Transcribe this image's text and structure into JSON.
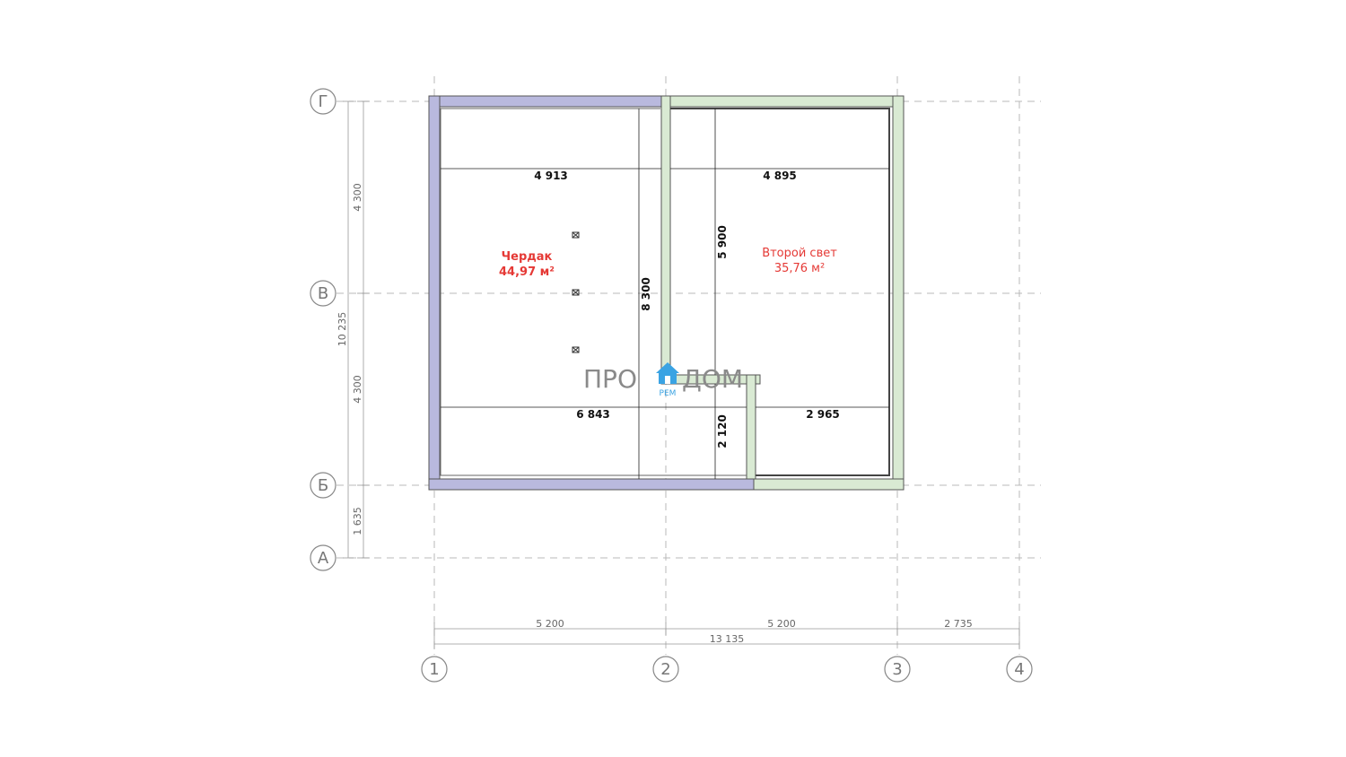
{
  "axes": {
    "letters": [
      "Г",
      "В",
      "Б",
      "А"
    ],
    "numbers": [
      "1",
      "2",
      "3",
      "4"
    ]
  },
  "dimensions": {
    "left": {
      "seg_g_v": "4 300",
      "seg_v_b": "4 300",
      "seg_b_a": "1 635",
      "total": "10 235"
    },
    "bottom": {
      "seg_1_2": "5 200",
      "seg_2_3": "5 200",
      "seg_3_4": "2 735",
      "total": "13 135"
    },
    "inner": {
      "attic_width": "4 913",
      "light_width": "4 895",
      "attic_height": "8 300",
      "light_height": "5 900",
      "attic_bottom_width": "6 843",
      "light_bottom_width": "2 965",
      "light_bottom_height": "2 120"
    }
  },
  "rooms": {
    "attic": {
      "name": "Чердак",
      "area": "44,97 м²"
    },
    "second_light": {
      "name": "Второй свет",
      "area": "35,76 м²"
    }
  },
  "logo": {
    "left": "ПРО",
    "right": "ДОМ",
    "sub": "РЕМ"
  },
  "colors": {
    "wall_attic": "#b9b9de",
    "wall_light": "#d9ead3",
    "axis_line": "#b0b0b0",
    "room_label": "#e53935",
    "logo_blue": "#3aa3e3"
  }
}
